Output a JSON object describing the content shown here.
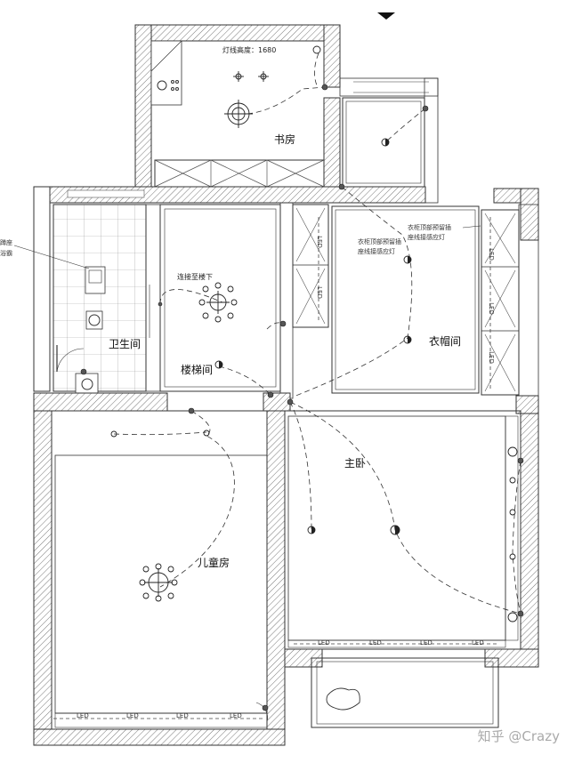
{
  "rooms": {
    "study": "书房",
    "bathroom": "卫生间",
    "stairwell": "楼梯间",
    "cloakroom": "衣帽间",
    "master_bedroom": "主卧",
    "kids_room": "儿童房"
  },
  "notes": {
    "light_height": "灯线高度：1680",
    "to_downstairs": "连接至楼下",
    "wardrobe_top_1": "衣柜顶部预留插",
    "wardrobe_top_2": "座线接感应灯",
    "wardrobe_left_1": "衣柜顶部预留插",
    "wardrobe_left_2": "座线接感应灯",
    "bath_cut_1": "蹲座",
    "bath_cut_2": "浴霸"
  },
  "led_label": "LED",
  "watermark": "知乎 @Crazy"
}
